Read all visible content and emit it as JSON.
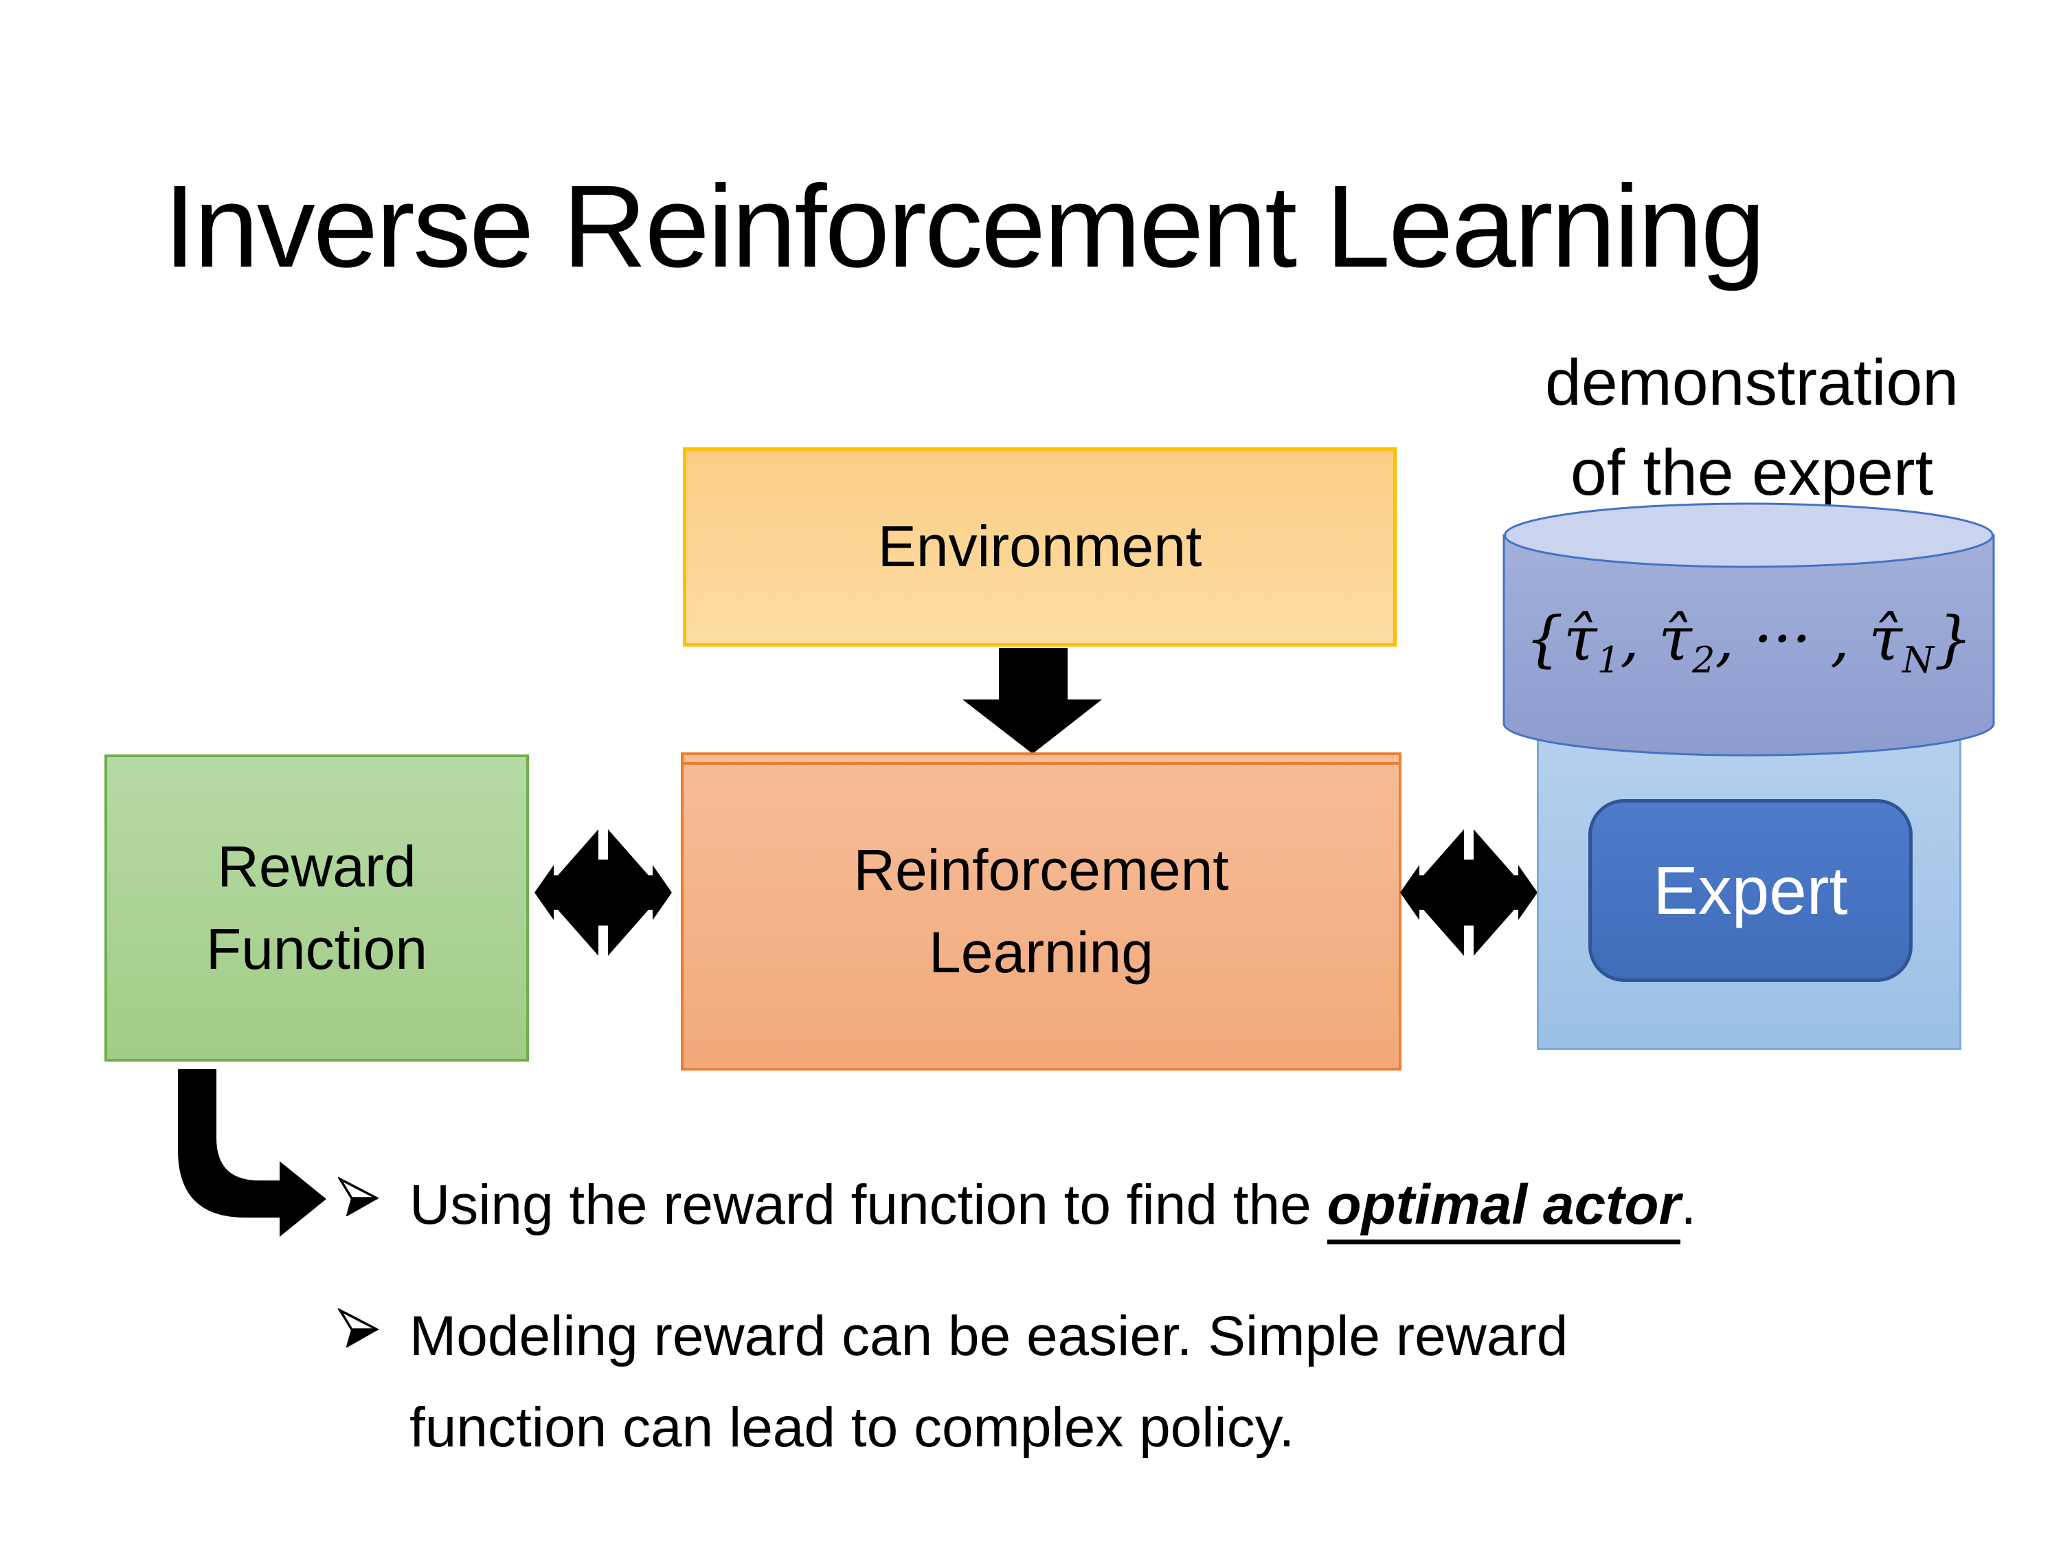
{
  "slide": {
    "title": "Inverse Reinforcement Learning"
  },
  "annotation": {
    "line1": "demonstration",
    "line2": "of the expert"
  },
  "boxes": {
    "environment": {
      "label": "Environment"
    },
    "reward_function": {
      "line1": "Reward",
      "line2": "Function"
    },
    "reinforcement_learning": {
      "line1": "Reinforcement",
      "line2": "Learning"
    },
    "expert": {
      "label": "Expert"
    }
  },
  "formula": {
    "open": "{",
    "tau1": "τ̂",
    "sub1": "1",
    "comma1": ", ",
    "tau2": "τ̂",
    "sub2": "2",
    "dots": ", ··· , ",
    "tau3": "τ̂",
    "sub3": "N",
    "close": "}"
  },
  "bullets": [
    {
      "pre": "Using the reward function to find the ",
      "em": "optimal actor",
      "post": "."
    },
    {
      "line1": "Modeling reward can be easier. Simple reward",
      "line2": "function can lead to complex policy."
    }
  ],
  "icons": {
    "down_arrow": "block arrow from Environment to Reinforcement Learning",
    "double_arrow_left": "bidirectional arrow between Reward Function and Reinforcement Learning",
    "double_arrow_right": "bidirectional arrow between Reinforcement Learning and Expert",
    "bent_arrow": "elbow arrow from Reward Function to bullet list",
    "database_cylinder": "demonstration trajectories database"
  },
  "palette": {
    "environment_fill": "#FBD28F",
    "environment_border": "#FFC000",
    "rl_fill": "#F4B183",
    "rl_border": "#ED7D31",
    "reward_fill": "#ABD295",
    "reward_border": "#6FAE4B",
    "cylinder_body": "#96A5D3",
    "cylinder_top": "#CAD4EE",
    "cylinder_border": "#4472C4",
    "expert_container_fill": "#A8C9EA",
    "expert_button_fill": "#4472C4",
    "expert_button_border": "#2F5597",
    "arrow_color": "#000000",
    "text_color": "#000000"
  }
}
